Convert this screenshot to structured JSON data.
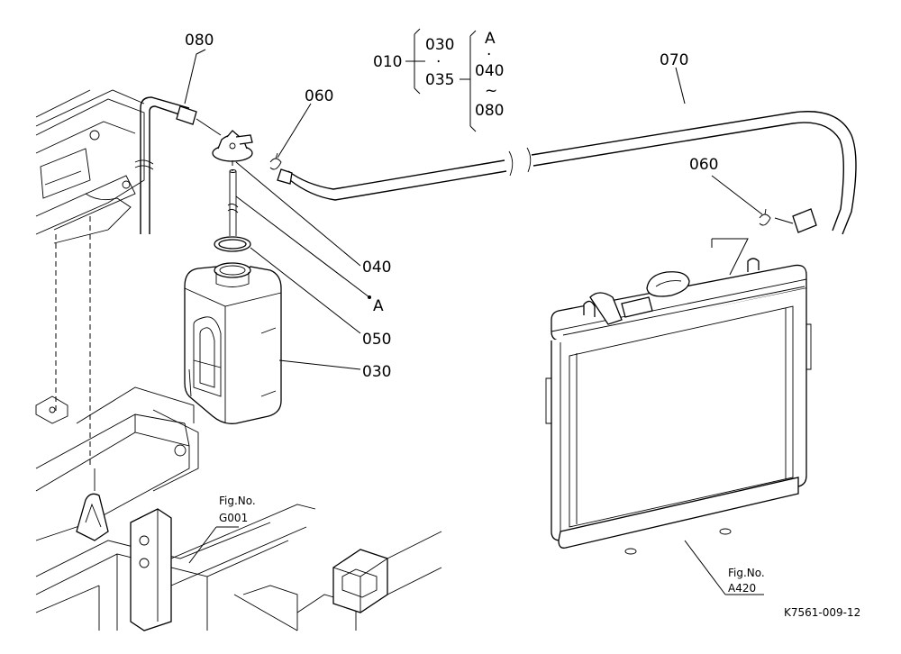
{
  "callouts": {
    "p080": "080",
    "p060_top": "060",
    "p010": "010",
    "p030_kit": "030",
    "p035_kit": "035",
    "kit_dot1": "·",
    "kit_A": "A",
    "kit_dot2": "·",
    "p040_kit": "040",
    "kit_tilde": "~",
    "p080_kit": "080",
    "p070": "070",
    "p060_right": "060",
    "p040": "040",
    "pA": "A",
    "p050": "050",
    "p030": "030"
  },
  "fig_refs": {
    "g001_title": "Fig.No.",
    "g001_num": "G001",
    "a420_title": "Fig.No.",
    "a420_num": "A420"
  },
  "drawing_code": "K7561-009-12"
}
